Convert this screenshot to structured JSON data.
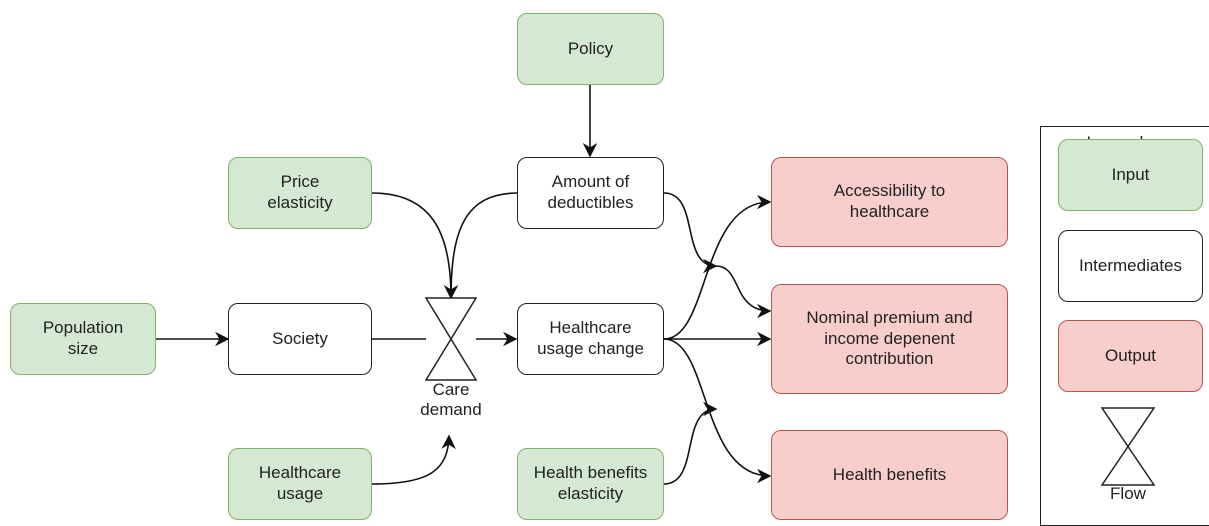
{
  "colors": {
    "input_fill": "#d5e8d4",
    "input_stroke": "#82b366",
    "output_fill": "#f8cecc",
    "output_stroke": "#b85450",
    "inter_fill": "#ffffff",
    "inter_stroke": "#222222"
  },
  "nodes": {
    "policy": "Policy",
    "price_elasticity": "Price\nelasticity",
    "amount_of_deductibles": "Amount of\ndeductibles",
    "population_size": "Population\nsize",
    "society": "Society",
    "healthcare_usage_change": "Healthcare\nusage change",
    "healthcare_usage": "Healthcare\nusage",
    "health_benefits_elasticity": "Health benefits\nelasticity",
    "accessibility": "Accessibility to\nhealthcare",
    "nominal_premium": "Nominal premium and\nincome depenent\ncontribution",
    "health_benefits": "Health benefits"
  },
  "flow_label": "Care\ndemand",
  "legend": {
    "title": "Legend",
    "input": "Input",
    "intermediates": "Intermediates",
    "output": "Output",
    "flow": "Flow"
  }
}
